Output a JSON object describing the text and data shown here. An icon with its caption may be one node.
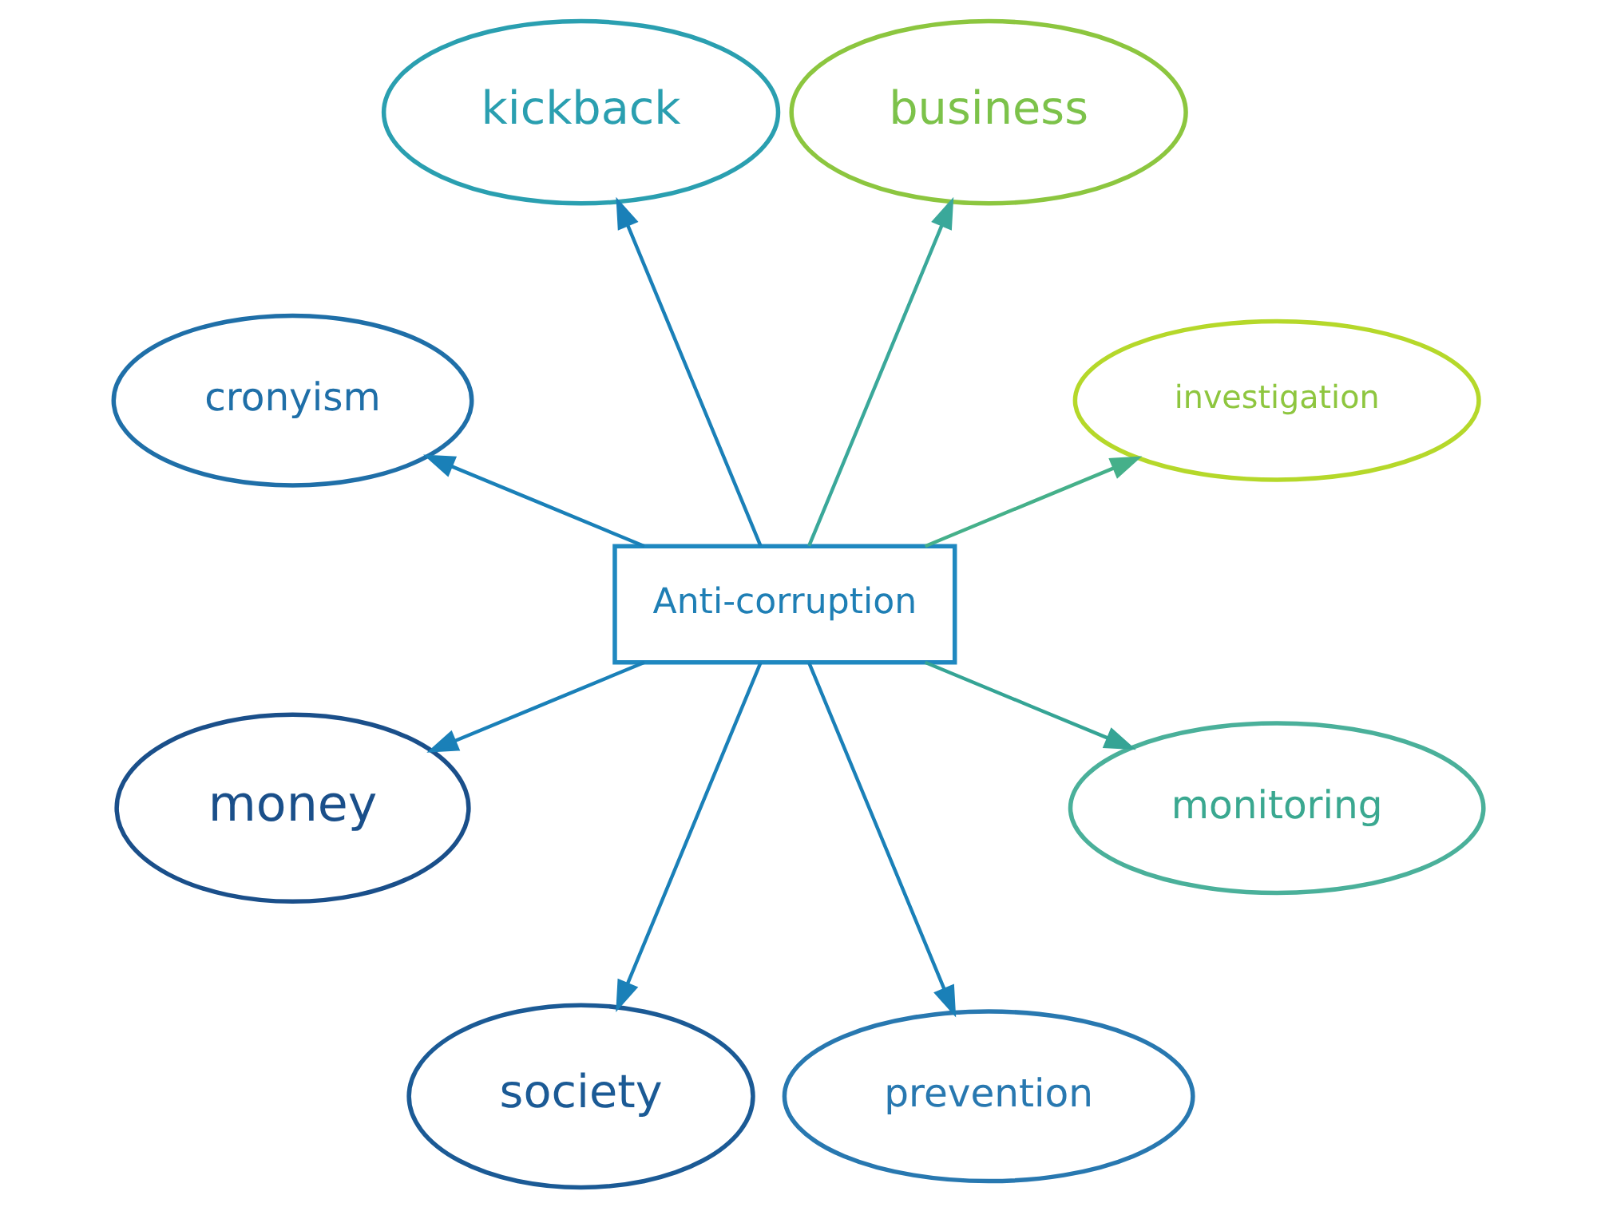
{
  "diagram": {
    "nodes": [
      {
        "text": [
          "kickback"
        ]
      },
      {
        "text": [
          "business"
        ]
      },
      {
        "text": [
          "cronyism"
        ]
      },
      {
        "text": [
          "investigation"
        ]
      },
      {
        "text": [
          "Anti-corruption"
        ]
      },
      {
        "text": [
          "monitoring"
        ]
      },
      {
        "text": [
          "money"
        ]
      },
      {
        "text": [
          "society"
        ]
      },
      {
        "text": [
          "prevention"
        ]
      }
    ],
    "edges": [
      {
        "from": 4,
        "to": 0,
        "arrow": "to"
      },
      {
        "from": 4,
        "to": 1,
        "arrow": "to",
        "color": "#3aa89a"
      },
      {
        "from": 4,
        "to": 3,
        "arrow": "to",
        "color": "#45b08a"
      },
      {
        "from": 4,
        "to": 5,
        "arrow": "to",
        "color": "#35a495"
      },
      {
        "from": 4,
        "to": 8,
        "arrow": "to"
      },
      {
        "from": 4,
        "to": 7,
        "arrow": "to"
      },
      {
        "from": 4,
        "to": 6,
        "arrow": "to"
      },
      {
        "from": 4,
        "to": 2,
        "arrow": "to"
      }
    ]
  }
}
